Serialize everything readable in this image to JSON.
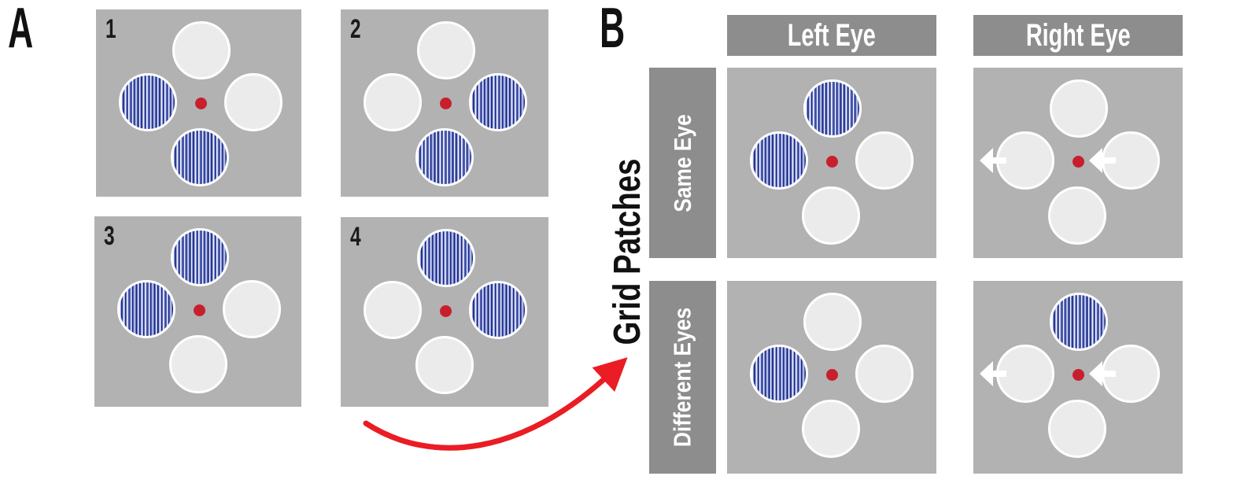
{
  "panel_a": {
    "label": "A",
    "squares": [
      {
        "number": "1",
        "patches": {
          "top": "plain",
          "left": "striped",
          "right": "plain",
          "bottom": "striped"
        }
      },
      {
        "number": "2",
        "patches": {
          "top": "plain",
          "left": "plain",
          "right": "striped",
          "bottom": "striped"
        }
      },
      {
        "number": "3",
        "patches": {
          "top": "striped",
          "left": "striped",
          "right": "plain",
          "bottom": "plain"
        }
      },
      {
        "number": "4",
        "patches": {
          "top": "striped",
          "left": "plain",
          "right": "striped",
          "bottom": "plain"
        }
      }
    ]
  },
  "panel_b": {
    "label": "B",
    "row_axis_label": "Grid Patches",
    "col_headers": [
      "Left Eye",
      "Right Eye"
    ],
    "row_headers": [
      "Same Eye",
      "Different Eyes"
    ],
    "cells": [
      {
        "row": "Same Eye",
        "col": "Left Eye",
        "arrows": false,
        "patches": {
          "top": "striped",
          "left": "striped",
          "right": "plain",
          "bottom": "plain"
        }
      },
      {
        "row": "Same Eye",
        "col": "Right Eye",
        "arrows": true,
        "patches": {
          "top": "plain",
          "left": "plain",
          "right": "plain",
          "bottom": "plain"
        }
      },
      {
        "row": "Different Eyes",
        "col": "Left Eye",
        "arrows": false,
        "patches": {
          "top": "plain",
          "left": "striped",
          "right": "plain",
          "bottom": "plain"
        }
      },
      {
        "row": "Different Eyes",
        "col": "Right Eye",
        "arrows": true,
        "patches": {
          "top": "striped",
          "left": "plain",
          "right": "plain",
          "bottom": "plain"
        }
      }
    ]
  },
  "colors": {
    "stimulus_background": "#b2b2b2",
    "blank_patch": "#ebebeb",
    "grating_blue": "#2b3a9a",
    "fixation_dot_red": "#c81f2e",
    "header_bar_gray": "#8d8d8d",
    "header_text": "#ffffff",
    "cue_arrow_white": "#ffffff",
    "flow_arrow_red": "#ea1c24"
  }
}
